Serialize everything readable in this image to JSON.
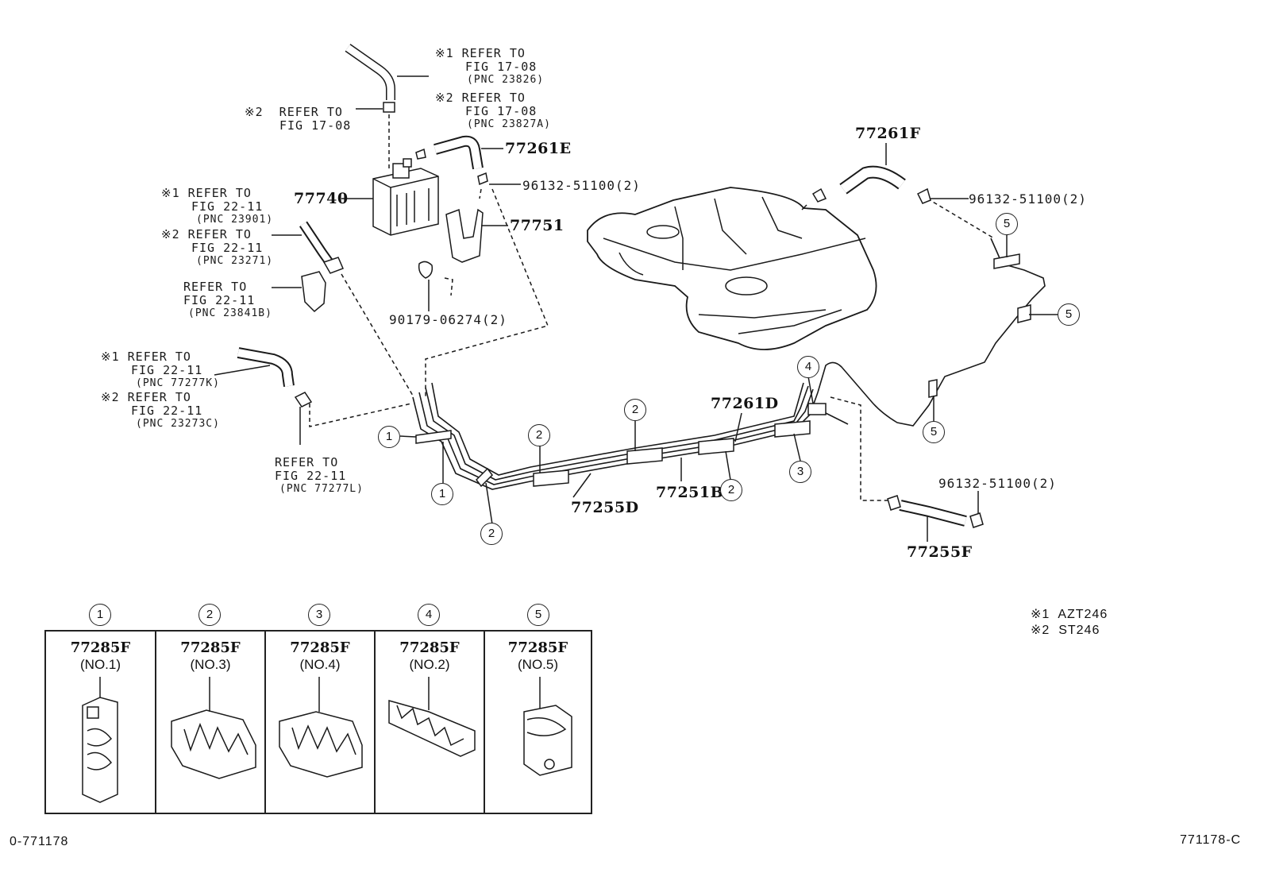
{
  "callouts": {
    "top_ref1": [
      "※1 REFER TO",
      "FIG 17-08",
      "(PNC 23826)"
    ],
    "top_ref2": [
      "※2 REFER TO",
      "FIG 17-08",
      "(PNC 23827A)"
    ],
    "left_ref_top": [
      "※2  REFER TO",
      "FIG 17-08"
    ],
    "left_ref_fig22a": [
      "※1 REFER TO",
      "FIG 22-11",
      "(PNC 23901)"
    ],
    "left_ref_fig22b": [
      "※2 REFER TO",
      "FIG 22-11",
      "(PNC 23271)"
    ],
    "left_ref_fig22c": [
      "REFER TO",
      "FIG 22-11",
      "(PNC 23841B)"
    ],
    "left_ref_fig22d": [
      "※1 REFER TO",
      "FIG 22-11",
      "(PNC 77277K)"
    ],
    "left_ref_fig22e": [
      "※2 REFER TO",
      "FIG 22-11",
      "(PNC 23273C)"
    ],
    "left_ref_fig22f": [
      "REFER TO",
      "FIG 22-11",
      "(PNC 77277L)"
    ]
  },
  "part_numbers": {
    "p77261E": "77261E",
    "p77261F": "77261F",
    "p77740": "77740",
    "p77751": "77751",
    "p96132_a": "96132-51100(2)",
    "p96132_b": "96132-51100(2)",
    "p96132_c": "96132-51100(2)",
    "p90179": "90179-06274(2)",
    "p77261D": "77261D",
    "p77251B": "77251B",
    "p77255D": "77255D",
    "p77255F": "77255F"
  },
  "clamp_callouts": [
    "1",
    "1",
    "2",
    "2",
    "2",
    "2",
    "2",
    "3",
    "4",
    "5",
    "5",
    "5"
  ],
  "legend": [
    {
      "num": "1",
      "part": "77285F",
      "sub": "(NO.1)"
    },
    {
      "num": "2",
      "part": "77285F",
      "sub": "(NO.3)"
    },
    {
      "num": "3",
      "part": "77285F",
      "sub": "(NO.4)"
    },
    {
      "num": "4",
      "part": "77285F",
      "sub": "(NO.2)"
    },
    {
      "num": "5",
      "part": "77285F",
      "sub": "(NO.5)"
    }
  ],
  "notes": [
    "※1  AZT246",
    "※2  ST246"
  ],
  "footer": {
    "left": "0-771178",
    "right": "771178-C"
  }
}
